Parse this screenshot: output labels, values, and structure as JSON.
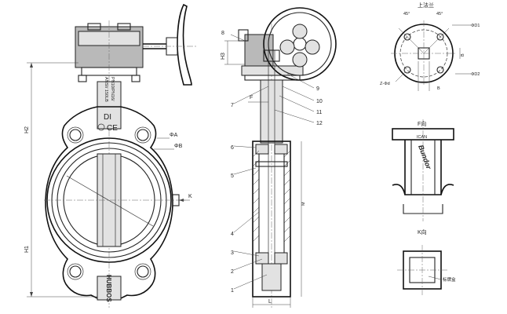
{
  "front_view": {
    "dim_h2": "H2",
    "dim_h1": "H1",
    "dim_a": "ΦA",
    "dim_b": "ΦB",
    "dim_k": "K",
    "body_marking_1": "PN10/PN16/",
    "body_marking_2": "ANSI/ 150LB",
    "body_mark_di": "DI",
    "body_mark_ce": "CE",
    "brand_mark": "HUBBOS"
  },
  "side_view": {
    "dim_h3": "H3",
    "dim_f": "F",
    "dim_l": "L",
    "dim_m": "M",
    "parts": [
      "1",
      "2",
      "3",
      "4",
      "5",
      "6",
      "7",
      "8",
      "9",
      "10",
      "11",
      "12"
    ]
  },
  "top_flange": {
    "title": "上法兰",
    "angle_left": "45°",
    "angle_right": "45°",
    "d1": "ΦD1",
    "d2": "ΦD2",
    "zd": "Z-Φd",
    "b": "B"
  },
  "f_view": {
    "title": "F向",
    "mark": "ICAN",
    "side_text": "Bundor"
  },
  "k_view": {
    "title": "K向",
    "note": "标牌盒"
  }
}
